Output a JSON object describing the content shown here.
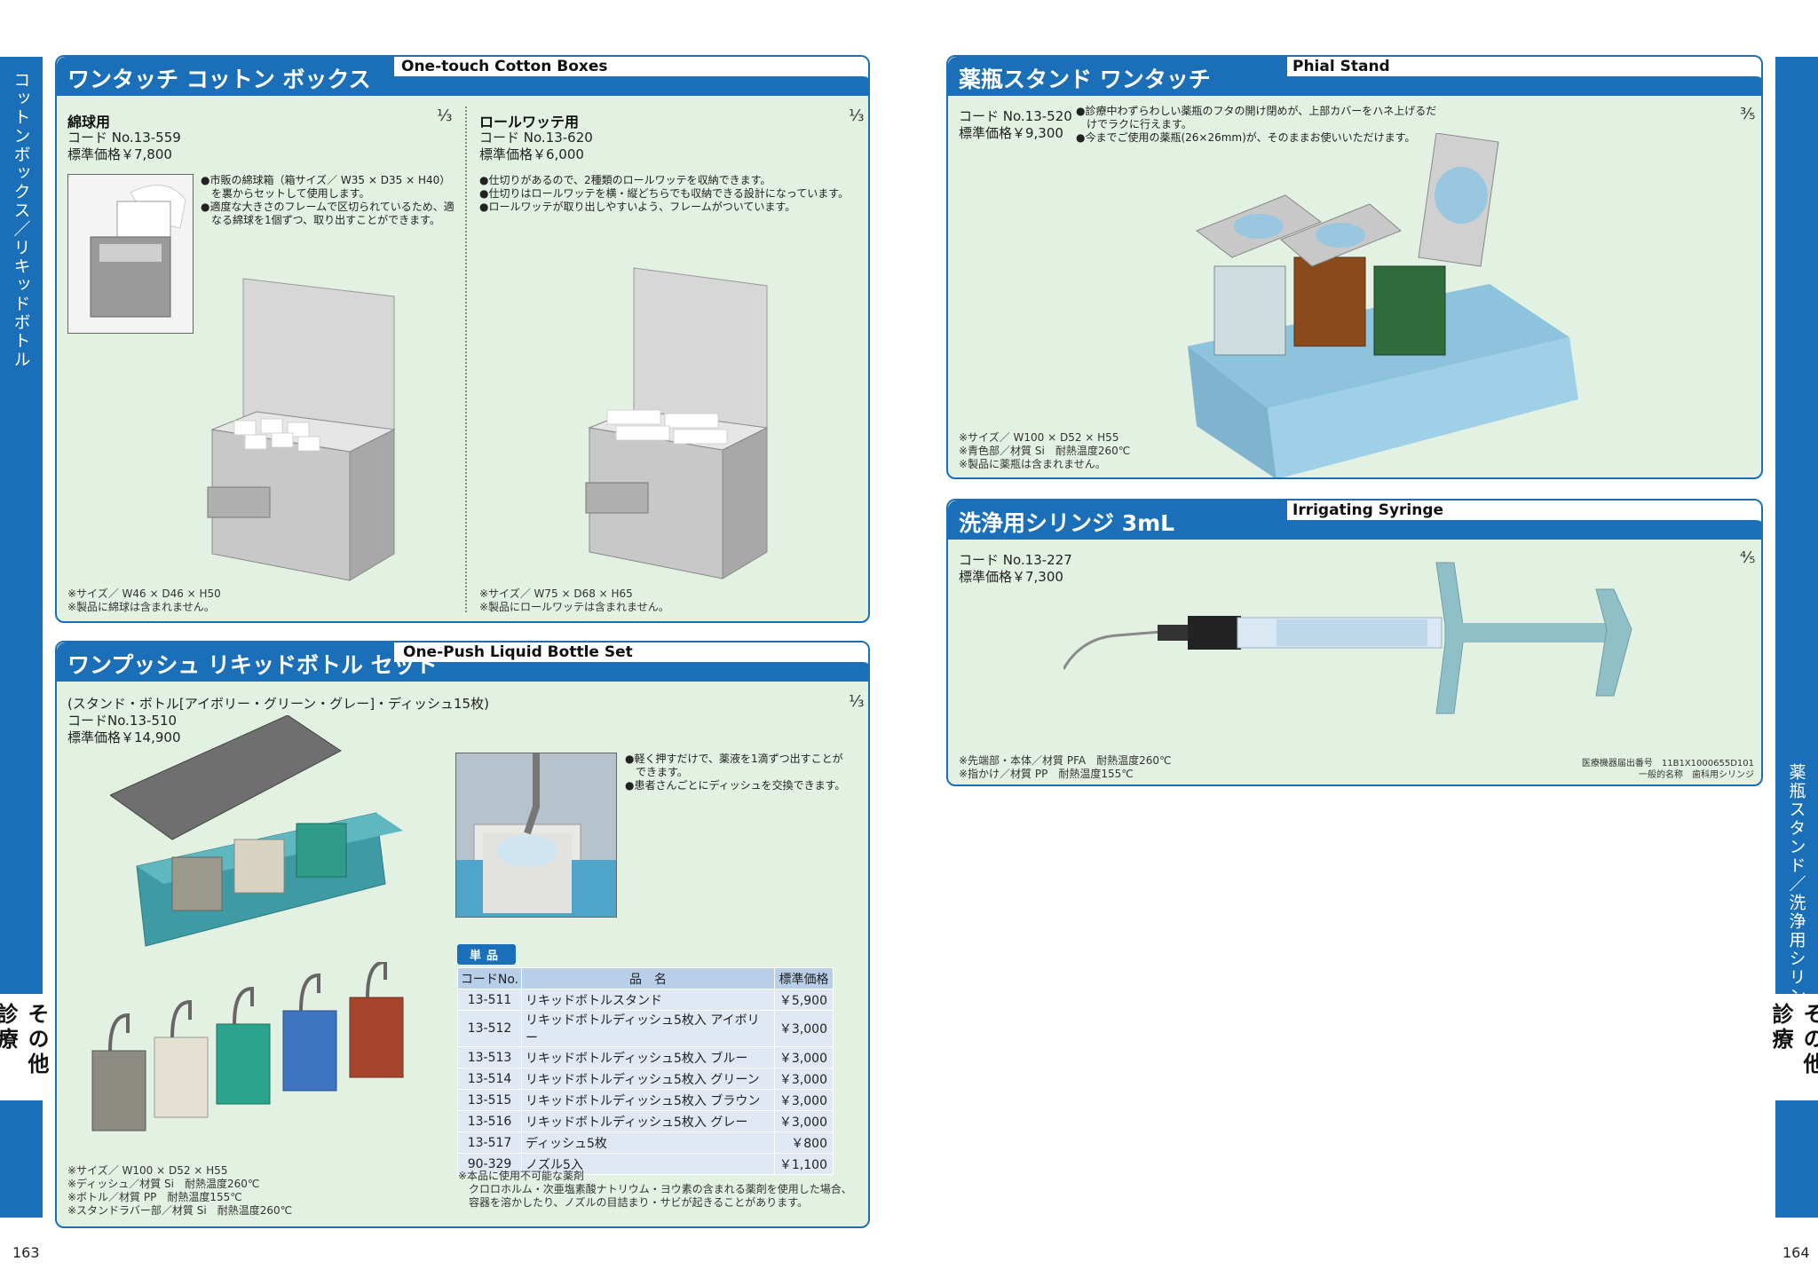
{
  "side_left": {
    "category": "コットンボックス／リキッドボトル",
    "group": "その他診療"
  },
  "side_right": {
    "category": "薬瓶スタンド／洗浄用シリンジ",
    "group": "その他診療"
  },
  "pages": {
    "left": "163",
    "right": "164"
  },
  "cotton": {
    "title": "ワンタッチ コットン ボックス",
    "en": "One-touch Cotton Boxes",
    "a": {
      "name": "綿球用",
      "frac": "⅓",
      "code": "コード No.13-559",
      "price": "標準価格￥7,800",
      "bullets": [
        "●市販の綿球箱（箱サイズ／ W35 × D35 × H40）",
        "　を裏からセットして使用します。",
        "●適度な大きさのフレームで区切られているため、適",
        "　なる綿球を1個ずつ、取り出すことができます。"
      ],
      "notes": [
        "※サイズ／ W46 × D46 × H50",
        "※製品に綿球は含まれません。"
      ]
    },
    "b": {
      "name": "ロールワッテ用",
      "frac": "⅓",
      "code": "コード No.13-620",
      "price": "標準価格￥6,000",
      "bullets": [
        "●仕切りがあるので、2種類のロールワッテを収納できます。",
        "●仕切りはロールワッテを横・縦どちらでも収納できる設計になっています。",
        "●ロールワッテが取り出しやすいよう、フレームがついています。"
      ],
      "notes": [
        "※サイズ／ W75 × D68 × H65",
        "※製品にロールワッテは含まれません。"
      ]
    }
  },
  "liquid": {
    "title": "ワンプッシュ リキッドボトル セット",
    "en": "One-Push Liquid Bottle Set",
    "desc": "(スタンド・ボトル[アイボリー・グリーン・グレー]・ディッシュ15枚)",
    "code": "コードNo.13-510",
    "price": "標準価格￥14,900",
    "frac": "⅓",
    "bullets": [
      "●軽く押すだけで、薬液を1滴ずつ出すことが",
      "　できます。",
      "●患者さんごとにディッシュを交換できます。"
    ],
    "table_tag": "単品",
    "table_headers": [
      "コードNo.",
      "品　名",
      "標準価格"
    ],
    "rows": [
      [
        "13-511",
        "リキッドボトルスタンド",
        "￥5,900"
      ],
      [
        "13-512",
        "リキッドボトルディッシュ5枚入 アイボリー",
        "￥3,000"
      ],
      [
        "13-513",
        "リキッドボトルディッシュ5枚入 ブルー",
        "￥3,000"
      ],
      [
        "13-514",
        "リキッドボトルディッシュ5枚入 グリーン",
        "￥3,000"
      ],
      [
        "13-515",
        "リキッドボトルディッシュ5枚入 ブラウン",
        "￥3,000"
      ],
      [
        "13-516",
        "リキッドボトルディッシュ5枚入 グレー",
        "￥3,000"
      ],
      [
        "13-517",
        "ディッシュ5枚",
        "￥800"
      ],
      [
        "90-329",
        "ノズル5入",
        "￥1,100"
      ]
    ],
    "notes": [
      "※サイズ／ W100 × D52 × H55",
      "※ディッシュ／材質 Si　耐熱温度260℃",
      "※ボトル／材質 PP　耐熱温度155℃",
      "※スタンドラバー部／材質 Si　耐熱温度260℃"
    ],
    "warn": [
      "※本品に使用不可能な薬剤",
      "　クロロホルム・次亜塩素酸ナトリウム・ヨウ素の含まれる薬剤を使用した場合、",
      "　容器を溶かしたり、ノズルの目詰まり・サビが起きることがあります。"
    ]
  },
  "phial": {
    "title": "薬瓶スタンド ワンタッチ",
    "en": "Phial Stand",
    "code": "コード No.13-520",
    "price": "標準価格￥9,300",
    "frac": "⅗",
    "bullets": [
      "●診療中わずらわしい薬瓶のフタの開け閉めが、上部カバーをハネ上げるだ",
      "　けでラクに行えます。",
      "●今までご使用の薬瓶(26×26mm)が、そのままお使いいただけます。"
    ],
    "notes": [
      "※サイズ／ W100 × D52 × H55",
      "※青色部／材質 Si　耐熱温度260℃",
      "※製品に薬瓶は含まれません。"
    ]
  },
  "syringe": {
    "title": "洗浄用シリンジ 3mL",
    "en": "Irrigating Syringe",
    "code": "コード No.13-227",
    "price": "標準価格￥7,300",
    "frac": "⅘",
    "notes": [
      "※先端部・本体／材質 PFA　耐熱温度260℃",
      "※指かけ／材質 PP　耐熱温度155℃"
    ],
    "reg": [
      "医療機器届出番号　11B1X1000655D101",
      "一般的名称　歯科用シリンジ"
    ]
  },
  "colors": {
    "accent": "#1a6fb8",
    "panel": "#e3f1e3"
  }
}
